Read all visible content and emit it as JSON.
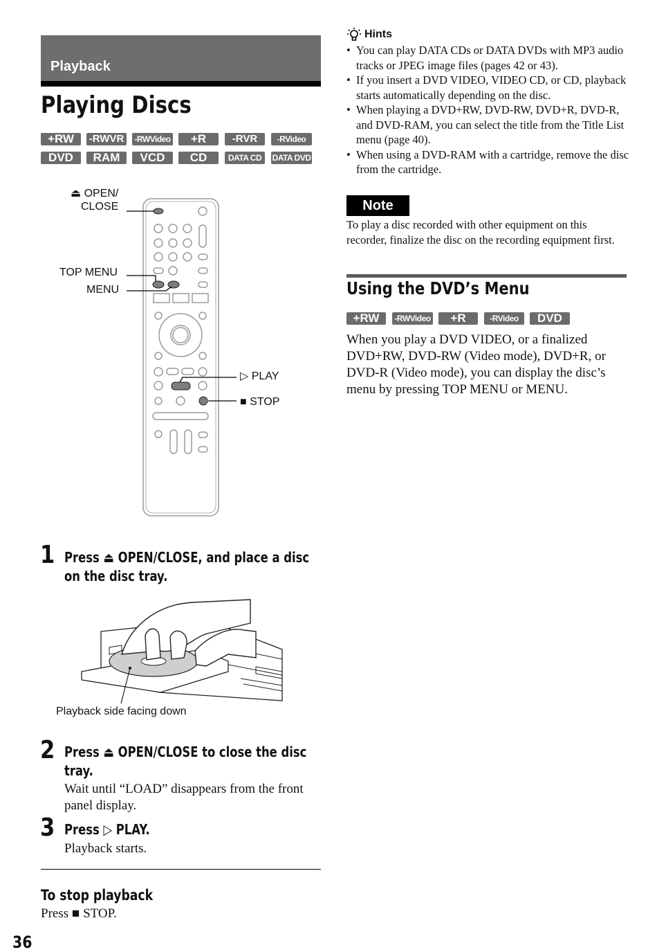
{
  "section": {
    "label": "Playback"
  },
  "page_title": "Playing Discs",
  "disc_badges_row1": [
    "+RW",
    "-RWVR",
    "-RWVideo",
    "+R",
    "-RVR",
    "-RVideo"
  ],
  "disc_badges_row2": [
    "DVD",
    "RAM",
    "VCD",
    "CD",
    "DATA CD",
    "DATA DVD"
  ],
  "remote": {
    "callout_open_close_1": "⏏ OPEN/",
    "callout_open_close_2": "CLOSE",
    "callout_top_menu": "TOP MENU",
    "callout_menu": "MENU",
    "callout_play": "▷ PLAY",
    "callout_stop": "■ STOP"
  },
  "steps": [
    {
      "number": "1",
      "heading": "Press ⏏ OPEN/CLOSE, and place a disc on the disc tray.",
      "text": ""
    },
    {
      "number": "2",
      "heading": "Press ⏏ OPEN/CLOSE to close the disc tray.",
      "text": "Wait until “LOAD” disappears from the front panel display."
    },
    {
      "number": "3",
      "heading": "Press ▷ PLAY.",
      "text": "Playback starts."
    }
  ],
  "tray_caption": "Playback side facing down",
  "hints": {
    "title": "Hints",
    "items": [
      "You can play DATA CDs or DATA DVDs with MP3 audio tracks or JPEG image files (pages 42 or 43).",
      "If you insert a DVD VIDEO, VIDEO CD, or CD, playback starts automatically depending on the disc.",
      "When playing a DVD+RW, DVD-RW, DVD+R, DVD-R, and DVD-RAM, you can select the title from the Title List menu (page 40).",
      "When using a DVD-RAM with a cartridge, remove the disc from the cartridge."
    ]
  },
  "note": {
    "label": "Note",
    "text": "To play a disc recorded with other equipment on this recorder, finalize the disc on the recording equipment first."
  },
  "dvd_menu": {
    "title": "Using the DVD’s Menu",
    "badges": [
      "+RW",
      "-RWVideo",
      "+R",
      "-RVideo",
      "DVD"
    ],
    "text": "When you play a DVD VIDEO, or a finalized DVD+RW, DVD-RW (Video mode), DVD+R, or DVD-R (Video mode), you can display the disc’s menu by pressing TOP MENU or MENU."
  },
  "stop_playback": {
    "title": "To stop playback",
    "text": "Press ■ STOP."
  },
  "page_number": "36"
}
